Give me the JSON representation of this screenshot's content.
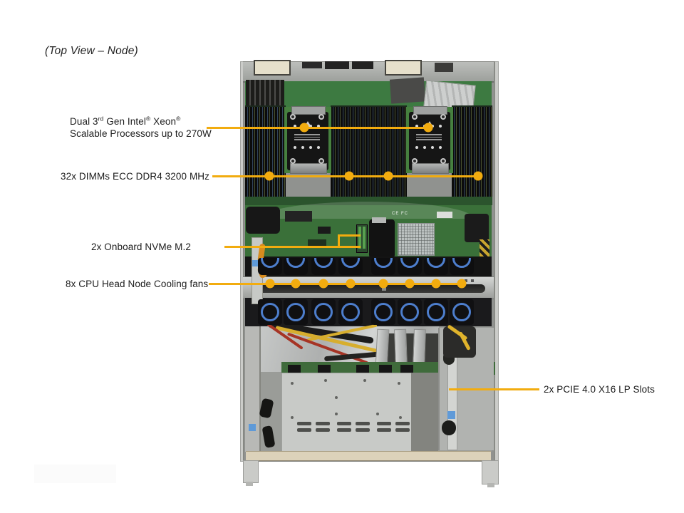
{
  "title": "(Top View – Node)",
  "colors": {
    "accent": "#F2AC0F",
    "pcb_green": "#3A7039",
    "chassis_gray": "#9B9D9A",
    "fan_ring_blue": "#4D7ECD",
    "label_text": "#1C1C1C"
  },
  "callouts": {
    "cpu": {
      "l1a": "Dual 3",
      "l1sup1": "rd",
      "l1b": " Gen Intel",
      "l1sup2": "®",
      "l1c": " Xeon",
      "l1sup3": "®",
      "line2": "Scalable Processors up to 270W"
    },
    "dimm": {
      "label": "32x DIMMs  ECC DDR4 3200 MHz"
    },
    "nvme": {
      "label": "2x Onboard NVMe  M.2"
    },
    "fans": {
      "label": "8x CPU Head Node Cooling fans"
    },
    "pcie": {
      "label": "2x PCIE 4.0 X16 LP Slots"
    }
  },
  "server": {
    "board_marking": "CE FC"
  }
}
